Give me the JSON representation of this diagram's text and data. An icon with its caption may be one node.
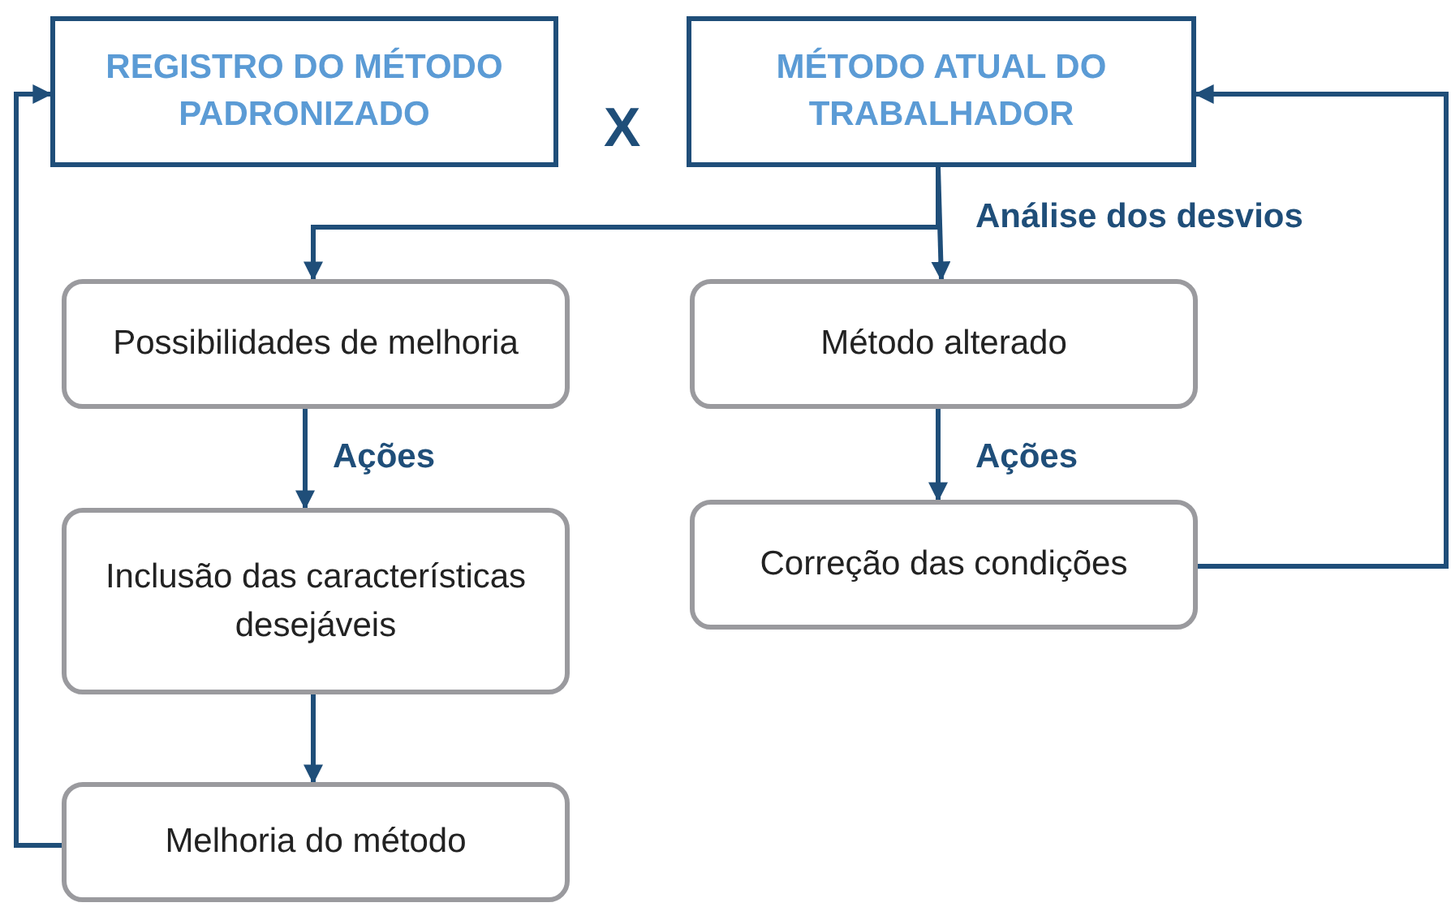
{
  "diagram": {
    "nodes": [
      {
        "text": [
          "REGISTRO DO MÉTODO PADRONIZADO"
        ]
      },
      {
        "text": [
          "MÉTODO ATUAL DO TRABALHADOR"
        ]
      },
      {
        "text": [
          "Possibilidades de melhoria"
        ]
      },
      {
        "text": [
          "Método alterado"
        ]
      },
      {
        "text": [
          "Inclusão das características desejáveis"
        ]
      },
      {
        "text": [
          "Correção das condições"
        ]
      },
      {
        "text": [
          "Melhoria do método"
        ]
      }
    ],
    "edges": [
      {
        "from": 1,
        "to": 2,
        "arrow": "to"
      },
      {
        "from": 1,
        "to": 3,
        "label": "Análise dos desvios",
        "arrow": "to"
      },
      {
        "from": 2,
        "to": 4,
        "label": "Ações",
        "arrow": "to"
      },
      {
        "from": 3,
        "to": 5,
        "label": "Ações",
        "arrow": "to"
      },
      {
        "from": 4,
        "to": 6,
        "arrow": "to"
      },
      {
        "from": 6,
        "to": 0,
        "arrow": "to"
      },
      {
        "from": 5,
        "to": 1,
        "arrow": "to"
      }
    ],
    "labels": [
      "X"
    ]
  }
}
